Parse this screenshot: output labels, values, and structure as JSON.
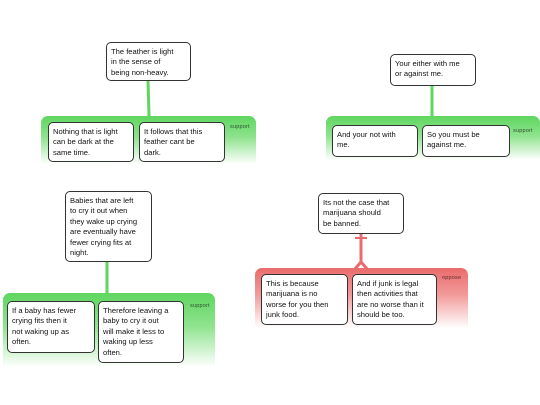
{
  "colors": {
    "support": "#5fd65f",
    "oppose": "#ea6b6b",
    "border": "#333333"
  },
  "maps": [
    {
      "relation": "support",
      "claim": "The feather is light\nin the sense of\nbeing non-heavy.",
      "premises": [
        "Nothing that is light\ncan be dark at the\nsame time.",
        "It follows that this\nfeather cant be\ndark."
      ]
    },
    {
      "relation": "support",
      "claim": "Your either with me\nor against me.",
      "premises": [
        "And your not with\nme.",
        "So you must be\nagainst me."
      ]
    },
    {
      "relation": "support",
      "claim": "Babies that are left\nto cry it out when\nthey wake up crying\nare eventually have\nfewer crying fits at\nnight.",
      "premises": [
        "If a baby has fewer\ncrying fits then it\nnot waking up as\noften.",
        "Therefore leaving a\nbaby to cry it out\nwill make it less to\nwaking up less\noften."
      ]
    },
    {
      "relation": "oppose",
      "claim": "Its not the case that\nmarijuana should\nbe banned.",
      "premises": [
        "This is because\nmarijuana is no\nworse for you then\njunk food.",
        "And if junk is legal\nthen activities  that\nare no worse than it\nshould be too."
      ]
    }
  ]
}
